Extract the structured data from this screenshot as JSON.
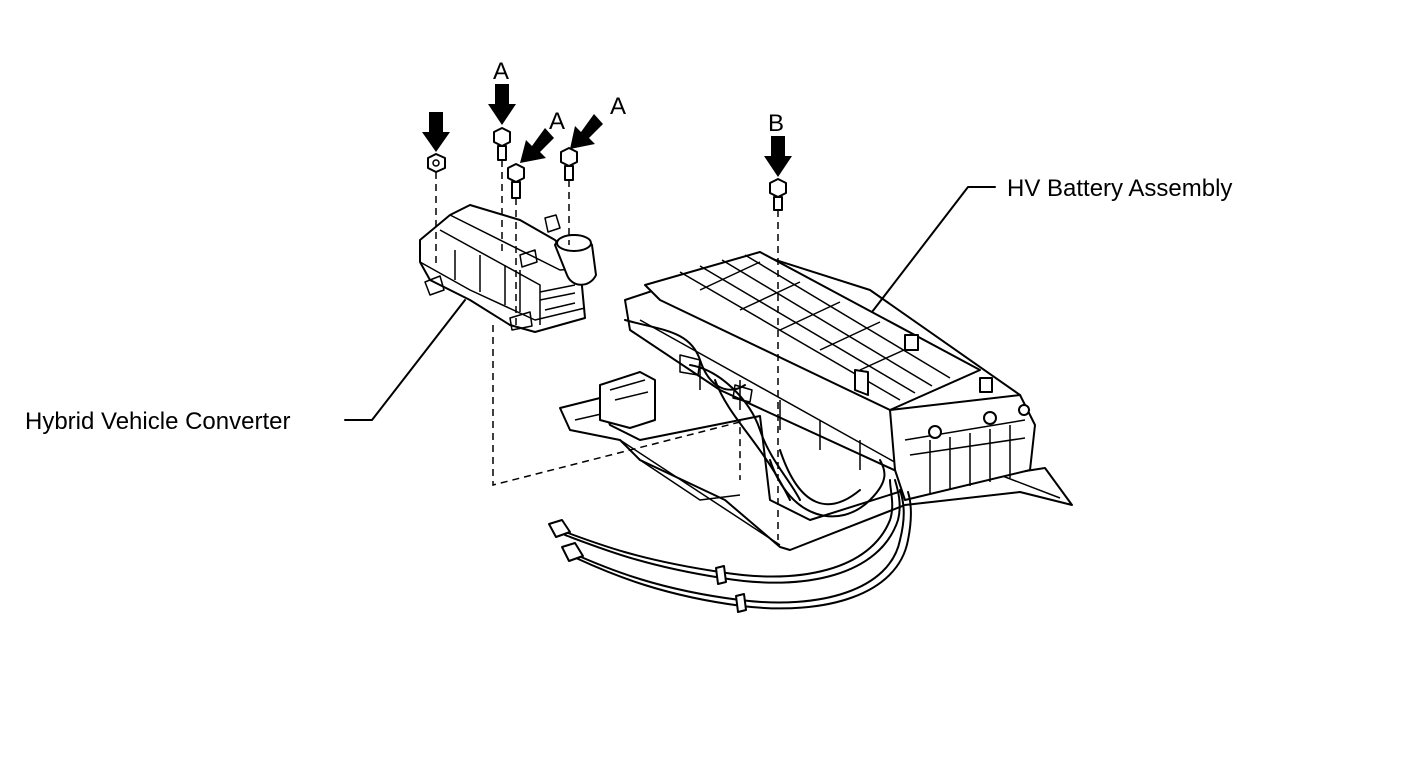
{
  "labels": {
    "converter": "Hybrid Vehicle Converter",
    "battery": "HV Battery Assembly"
  },
  "fastener_letters": {
    "a1": "A",
    "a2": "A",
    "a3": "A",
    "b": "B"
  },
  "colors": {
    "ink": "#000000",
    "background": "#ffffff"
  }
}
